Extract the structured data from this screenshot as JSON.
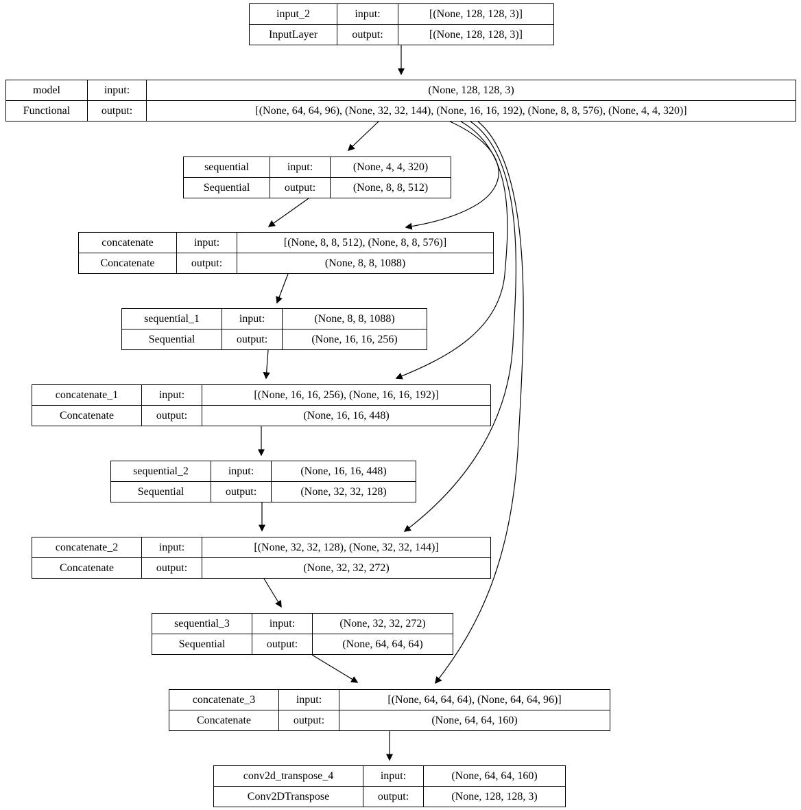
{
  "diagram": {
    "kind": "keras-model-architecture-graph",
    "background_color": "#ffffff",
    "line_color": "#000000",
    "labels": {
      "input": "input:",
      "output": "output:"
    },
    "nodes": [
      {
        "name": "input_2",
        "type": "InputLayer",
        "input": "[(None, 128, 128, 3)]",
        "output": "[(None, 128, 128, 3)]"
      },
      {
        "name": "model",
        "type": "Functional",
        "input": "(None, 128, 128, 3)",
        "output": "[(None, 64, 64, 96), (None, 32, 32, 144), (None, 16, 16, 192), (None, 8, 8, 576), (None, 4, 4, 320)]"
      },
      {
        "name": "sequential",
        "type": "Sequential",
        "input": "(None, 4, 4, 320)",
        "output": "(None, 8, 8, 512)"
      },
      {
        "name": "concatenate",
        "type": "Concatenate",
        "input": "[(None, 8, 8, 512), (None, 8, 8, 576)]",
        "output": "(None, 8, 8, 1088)"
      },
      {
        "name": "sequential_1",
        "type": "Sequential",
        "input": "(None, 8, 8, 1088)",
        "output": "(None, 16, 16, 256)"
      },
      {
        "name": "concatenate_1",
        "type": "Concatenate",
        "input": "[(None, 16, 16, 256), (None, 16, 16, 192)]",
        "output": "(None, 16, 16, 448)"
      },
      {
        "name": "sequential_2",
        "type": "Sequential",
        "input": "(None, 16, 16, 448)",
        "output": "(None, 32, 32, 128)"
      },
      {
        "name": "concatenate_2",
        "type": "Concatenate",
        "input": "[(None, 32, 32, 128), (None, 32, 32, 144)]",
        "output": "(None, 32, 32, 272)"
      },
      {
        "name": "sequential_3",
        "type": "Sequential",
        "input": "(None, 32, 32, 272)",
        "output": "(None, 64, 64, 64)"
      },
      {
        "name": "concatenate_3",
        "type": "Concatenate",
        "input": "[(None, 64, 64, 64), (None, 64, 64, 96)]",
        "output": "(None, 64, 64, 160)"
      },
      {
        "name": "conv2d_transpose_4",
        "type": "Conv2DTranspose",
        "input": "(None, 64, 64, 160)",
        "output": "(None, 128, 128, 3)"
      }
    ],
    "edges": [
      {
        "from": "input_2",
        "to": "model"
      },
      {
        "from": "model",
        "to": "sequential"
      },
      {
        "from": "model",
        "to": "concatenate"
      },
      {
        "from": "model",
        "to": "concatenate_1"
      },
      {
        "from": "model",
        "to": "concatenate_2"
      },
      {
        "from": "model",
        "to": "concatenate_3"
      },
      {
        "from": "sequential",
        "to": "concatenate"
      },
      {
        "from": "concatenate",
        "to": "sequential_1"
      },
      {
        "from": "sequential_1",
        "to": "concatenate_1"
      },
      {
        "from": "concatenate_1",
        "to": "sequential_2"
      },
      {
        "from": "sequential_2",
        "to": "concatenate_2"
      },
      {
        "from": "concatenate_2",
        "to": "sequential_3"
      },
      {
        "from": "sequential_3",
        "to": "concatenate_3"
      },
      {
        "from": "concatenate_3",
        "to": "conv2d_transpose_4"
      }
    ]
  }
}
